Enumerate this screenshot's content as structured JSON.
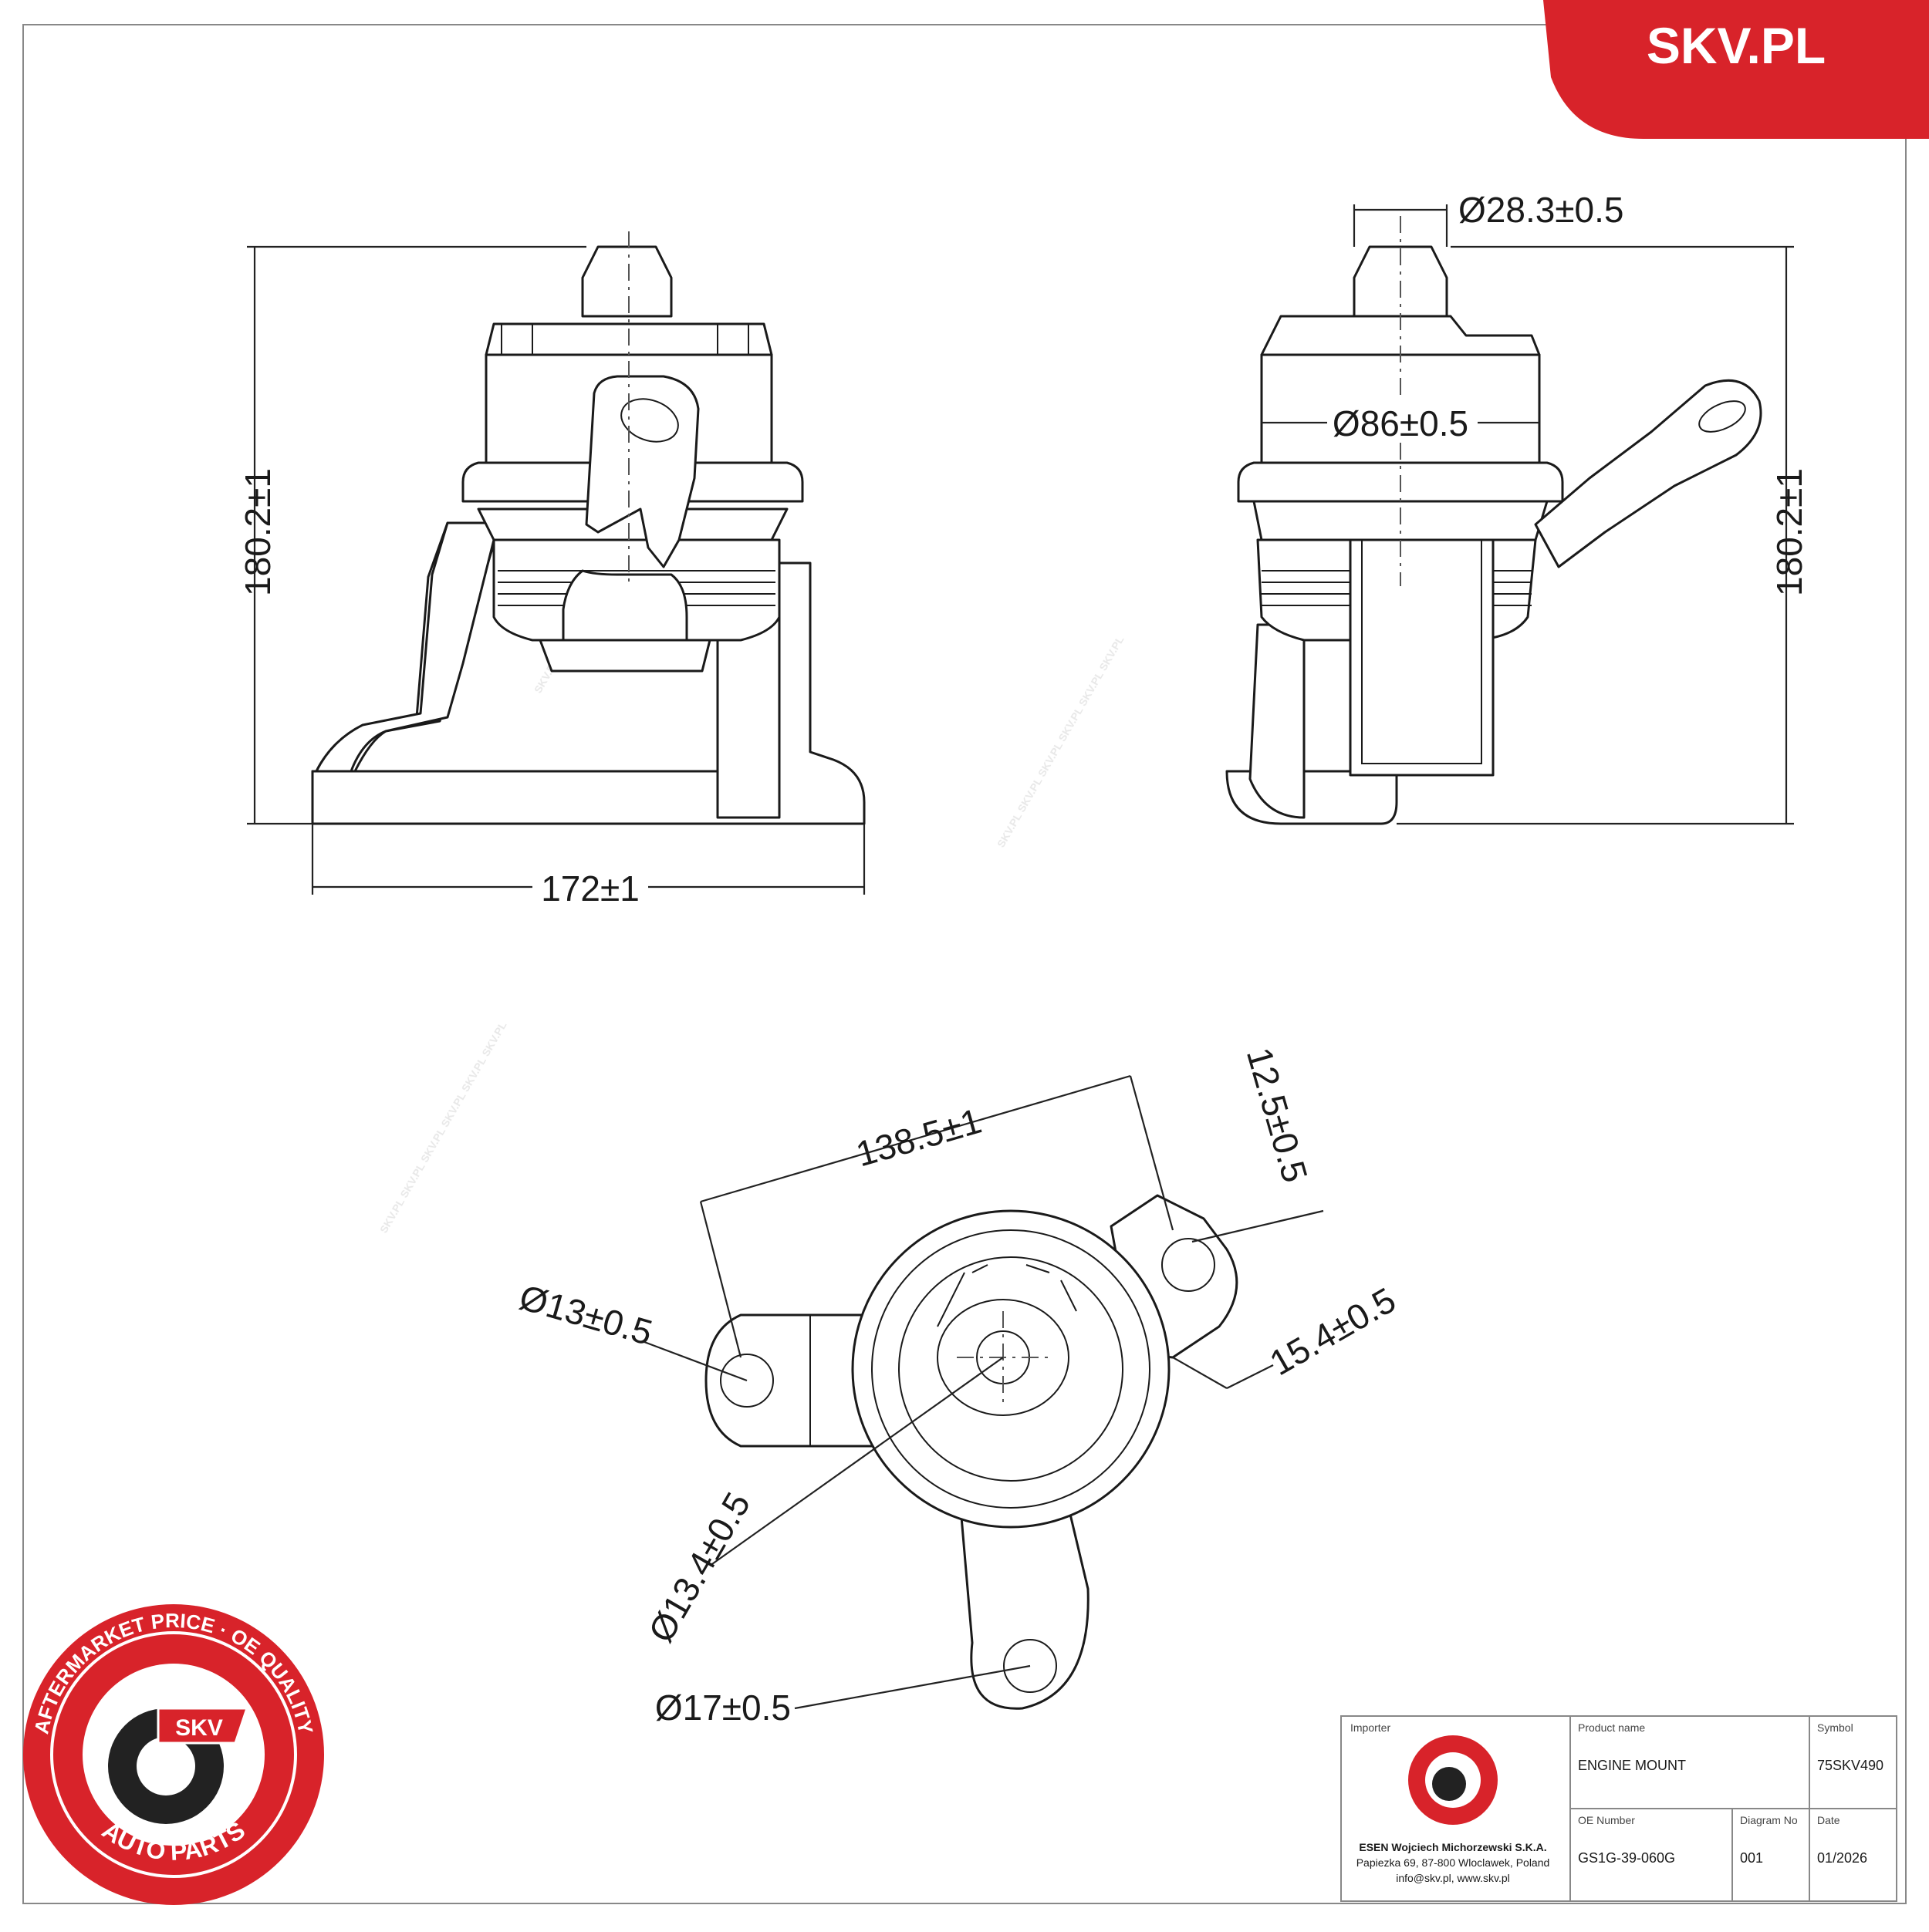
{
  "brand": {
    "site_label": "SKV.PL",
    "accent_color": "#d8232a",
    "seal_ring_text": "AFTERMARKET PRICE · OE QUALITY",
    "seal_center_text": "SKV",
    "seal_bottom_text": "AUTO PARTS"
  },
  "dimensions": {
    "front_height": "180.2±1",
    "front_width": "172±1",
    "side_top_diameter": "Ø28.3±0.5",
    "side_body_diameter": "Ø86±0.5",
    "side_height": "180.2±1",
    "top_length": "138.5±1",
    "top_tab_width": "12.5±0.5",
    "top_tab_offset": "15.4±0.5",
    "left_hole_diameter": "Ø13±0.5",
    "center_hole_diameter": "Ø13.4±0.5",
    "bottom_hole_diameter": "Ø17±0.5"
  },
  "title_block": {
    "importer_label": "Importer",
    "importer_name": "ESEN Wojciech Michorzewski S.K.A.",
    "importer_address": "Papiezka 69, 87-800 Wloclawek, Poland",
    "importer_contact": "info@skv.pl, www.skv.pl",
    "product_name_label": "Product name",
    "product_name": "ENGINE MOUNT",
    "symbol_label": "Symbol",
    "symbol": "75SKV490",
    "oe_number_label": "OE Number",
    "oe_number": "GS1G-39-060G",
    "diagram_no_label": "Diagram No",
    "diagram_no": "001",
    "date_label": "Date",
    "date": "01/2026"
  }
}
